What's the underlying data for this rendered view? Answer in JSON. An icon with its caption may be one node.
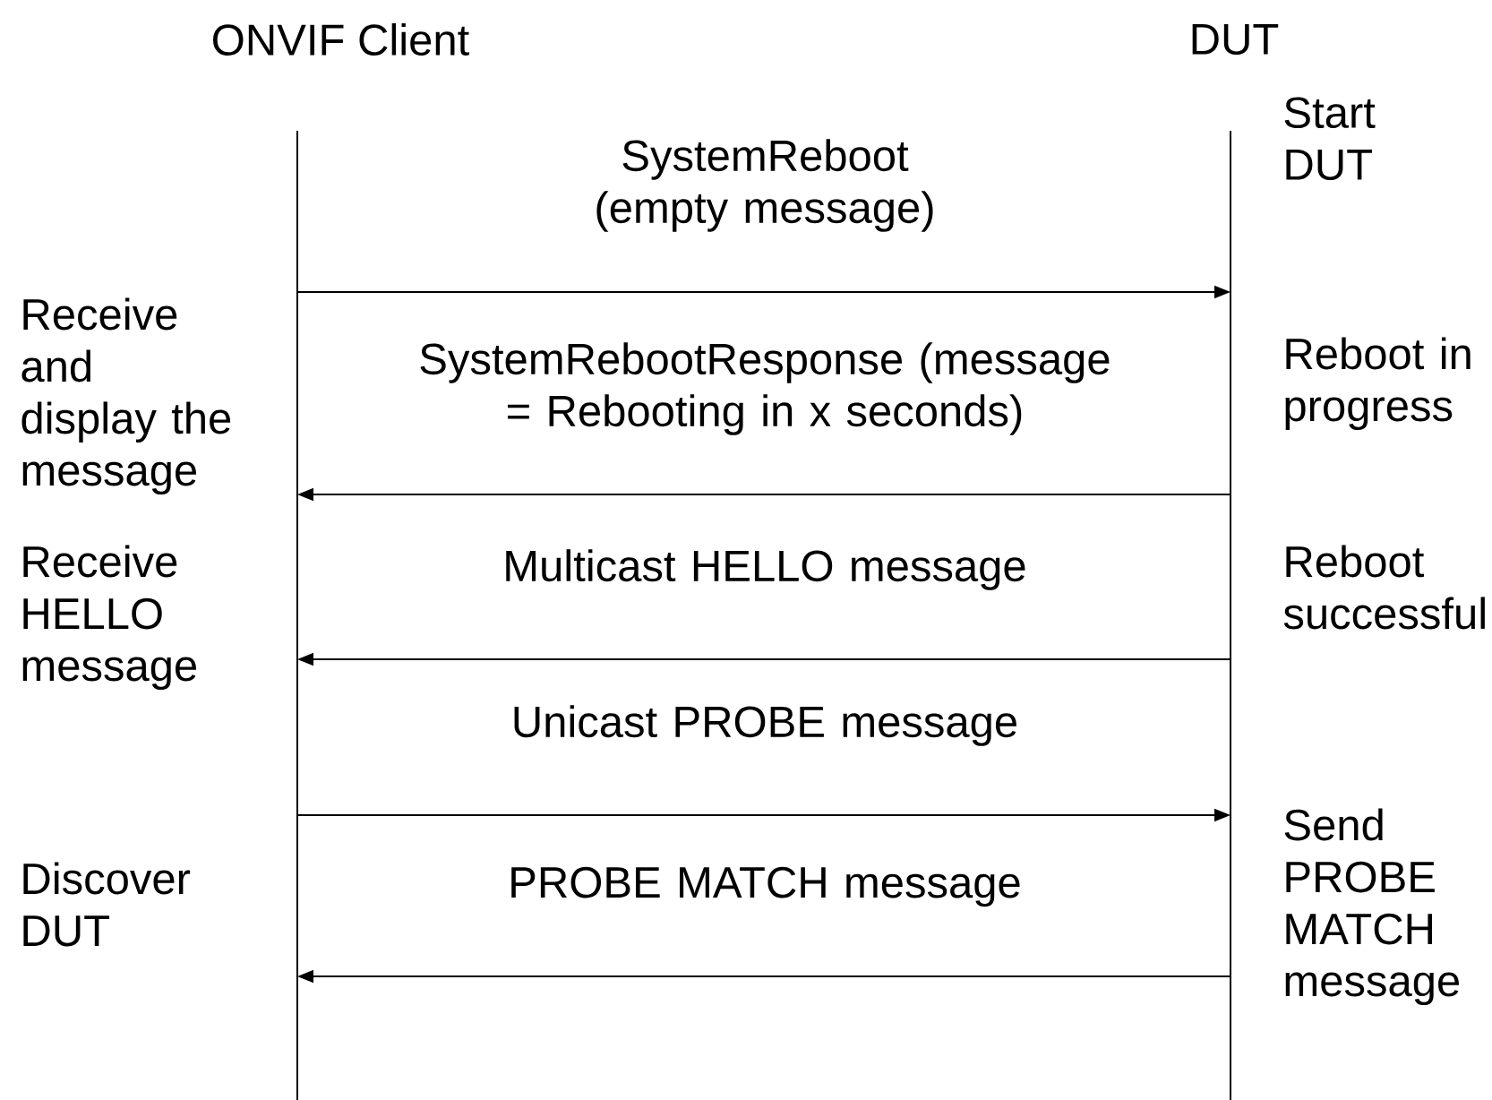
{
  "diagram": {
    "nodes": [
      {
        "text": [
          "ONVIF Client"
        ]
      },
      {
        "text": [
          "DUT"
        ]
      }
    ],
    "edges": [
      {
        "from": 0,
        "to": 1,
        "arrow": "to",
        "label": "SystemReboot (empty message)"
      },
      {
        "from": 1,
        "to": 0,
        "arrow": "to",
        "label": "SystemRebootResponse (message = Rebooting in x seconds)"
      },
      {
        "from": 1,
        "to": 0,
        "arrow": "to",
        "label": "Multicast HELLO message"
      },
      {
        "from": 0,
        "to": 1,
        "arrow": "to",
        "label": "Unicast PROBE message"
      },
      {
        "from": 1,
        "to": 0,
        "arrow": "to",
        "label": "PROBE MATCH message"
      }
    ],
    "labels": [
      "Start DUT",
      "Receive and display the message",
      "Reboot in progress",
      "Receive HELLO message",
      "Reboot successful",
      "Send PROBE MATCH message",
      "Discover DUT"
    ]
  }
}
